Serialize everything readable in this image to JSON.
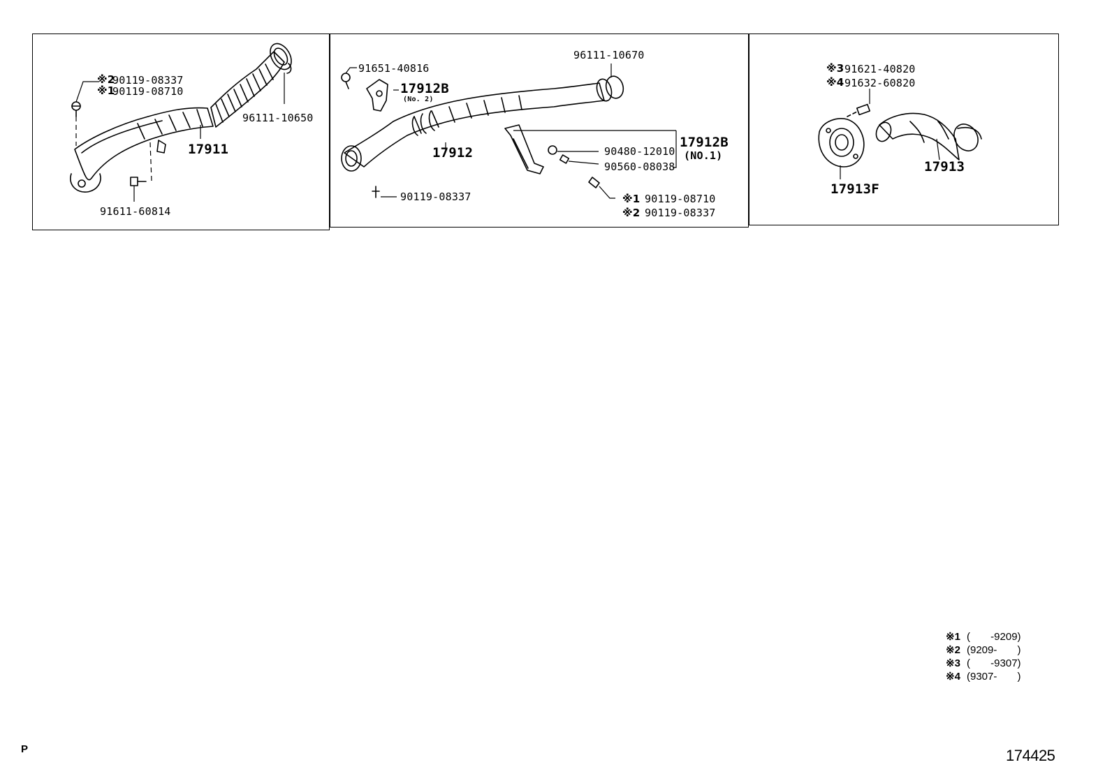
{
  "panels": [
    {
      "id": "left",
      "labels": {
        "lm1": "※2",
        "l1": "90119-08337",
        "lm2": "※1",
        "l2": "90119-08710",
        "l3": "96111-10650",
        "l4": "17911",
        "l5": "91611-60814"
      }
    },
    {
      "id": "center",
      "labels": {
        "c1": "91651-40816",
        "c2": "17912B",
        "c3": "(No. 2)",
        "c4": "96111-10670",
        "c5": "17912",
        "c6": "90480-12010",
        "c7": "90560-08038",
        "c8": "17912B",
        "c9": "(NO.1)",
        "c10": "90119-08337",
        "cm11": "※1",
        "c11": "90119-08710",
        "cm12": "※2",
        "c12": "90119-08337"
      }
    },
    {
      "id": "right",
      "labels": {
        "rm1": "※3",
        "r1": "91621-40820",
        "rm2": "※4",
        "r2": "91632-60820",
        "r3": "17913",
        "r4": "17913F"
      }
    }
  ],
  "legend": [
    {
      "mark": "※1",
      "range": "(       -9209)"
    },
    {
      "mark": "※2",
      "range": "(9209-       )"
    },
    {
      "mark": "※3",
      "range": "(       -9307)"
    },
    {
      "mark": "※4",
      "range": "(9307-       )"
    }
  ],
  "footer": {
    "letter": "P",
    "diagram_id": "174425"
  }
}
